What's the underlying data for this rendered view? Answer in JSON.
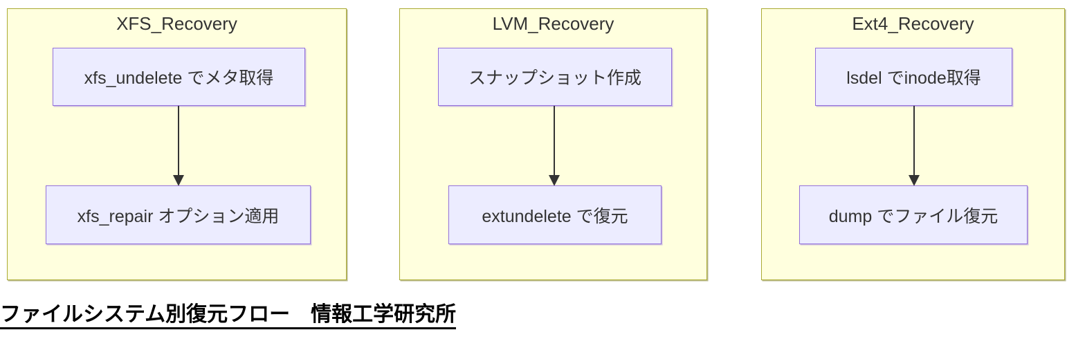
{
  "diagram": {
    "caption": "ファイルシステム別復元フロー　情報工学研究所",
    "groups": [
      {
        "title": "XFS_Recovery",
        "steps": [
          "xfs_undelete でメタ取得",
          "xfs_repair オプション適用"
        ]
      },
      {
        "title": "LVM_Recovery",
        "steps": [
          "スナップショット作成",
          "extundelete で復元"
        ]
      },
      {
        "title": "Ext4_Recovery",
        "steps": [
          "lsdel でinode取得",
          "dump でファイル復元"
        ]
      }
    ],
    "colors": {
      "group_fill": "#ffffde",
      "group_border": "#aaaa33",
      "node_fill": "#ececff",
      "node_border": "#9370db",
      "text": "#333333",
      "edge": "#333333",
      "caption_text": "#000000",
      "page_bg": "#ffffff"
    }
  }
}
